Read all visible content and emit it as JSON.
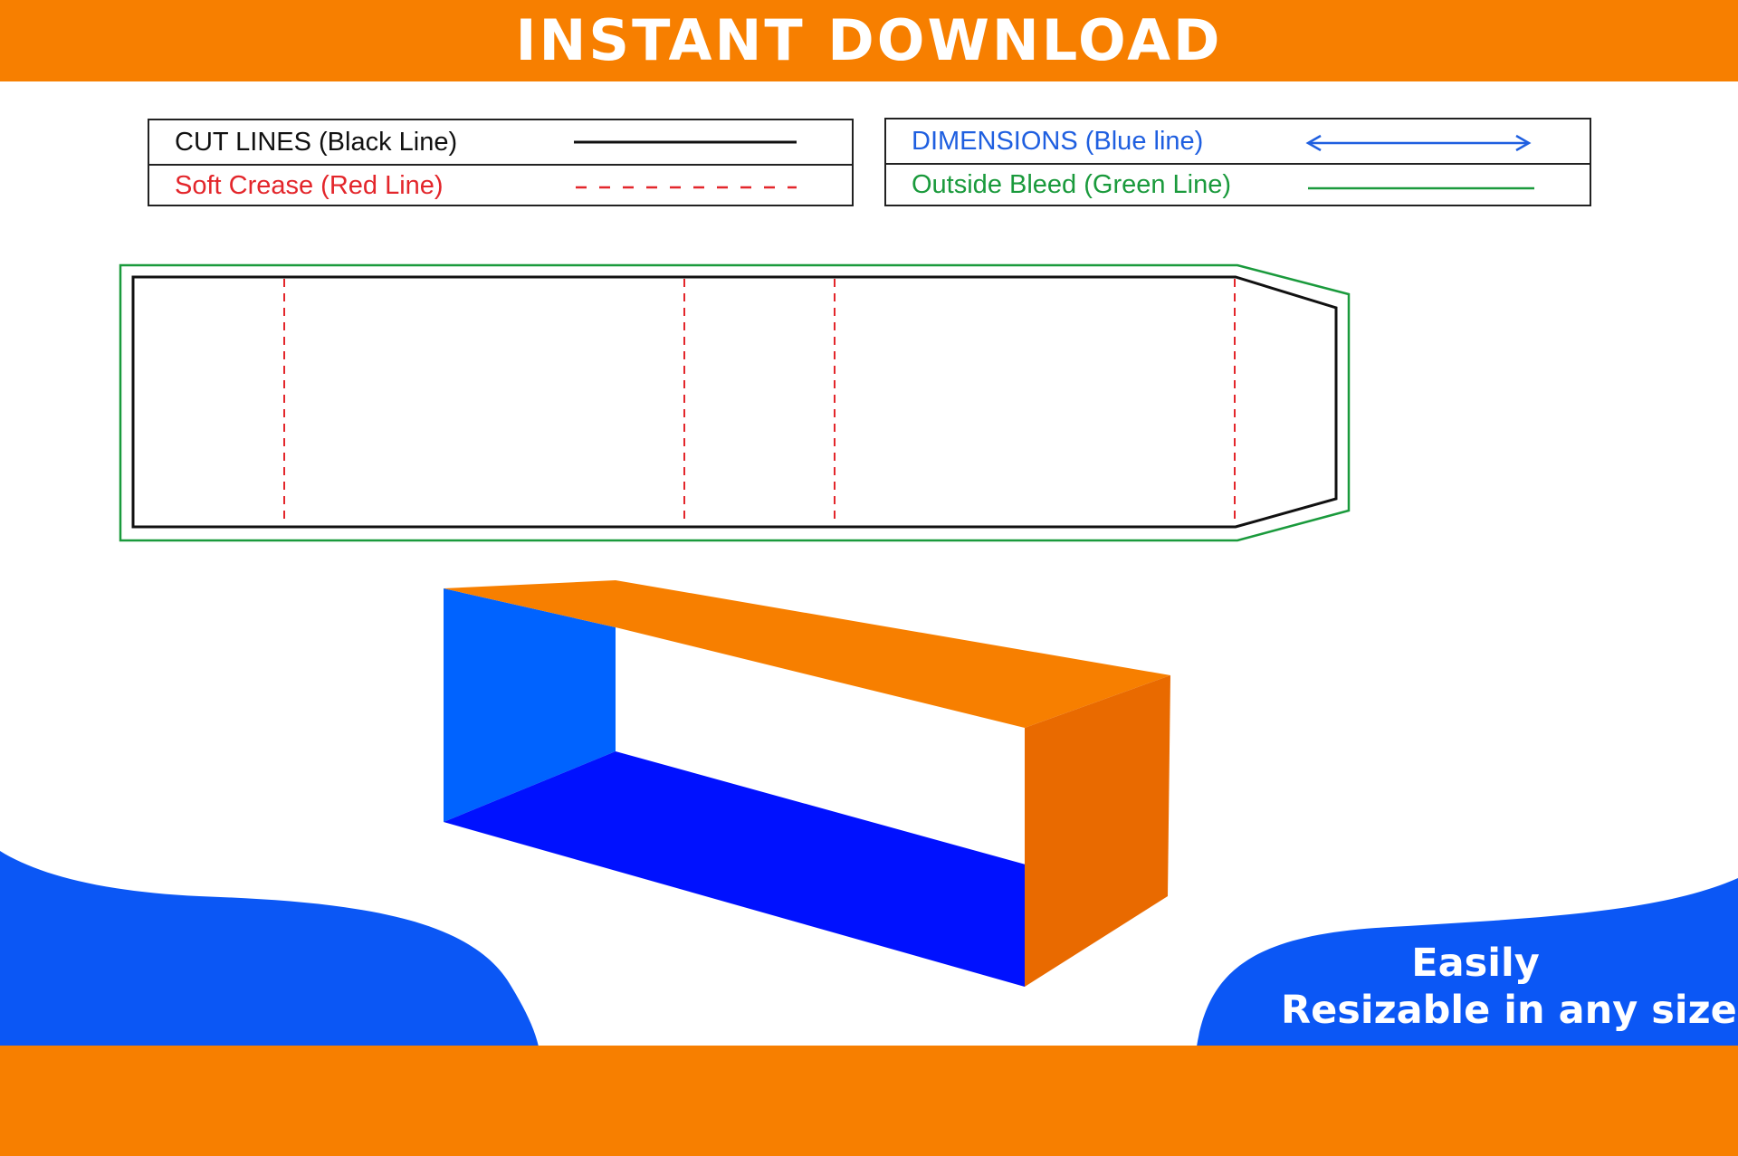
{
  "header": {
    "title": "INSTANT DOWNLOAD"
  },
  "legend": {
    "left": [
      {
        "label": "CUT LINES (Black Line)",
        "color": "#111111",
        "line": "solid"
      },
      {
        "label": "Soft Crease (Red Line)",
        "color": "#e3262b",
        "line": "dashed"
      }
    ],
    "right": [
      {
        "label": "DIMENSIONS (Blue line)",
        "color": "#1f5fe0",
        "line": "double-arrow"
      },
      {
        "label": "Outside Bleed (Green Line)",
        "color": "#1a9a3c",
        "line": "solid"
      }
    ]
  },
  "footer": {
    "line1": "Easily",
    "line2": "Resizable in any size"
  },
  "colors": {
    "orange": "#f77f00",
    "orange_dark": "#e96a00",
    "blue_wave": "#0b57f5",
    "blue_face": "#0063ff",
    "blue_deep": "#0011ff",
    "cut": "#111111",
    "crease": "#e3262b",
    "bleed": "#1a9a3c"
  }
}
